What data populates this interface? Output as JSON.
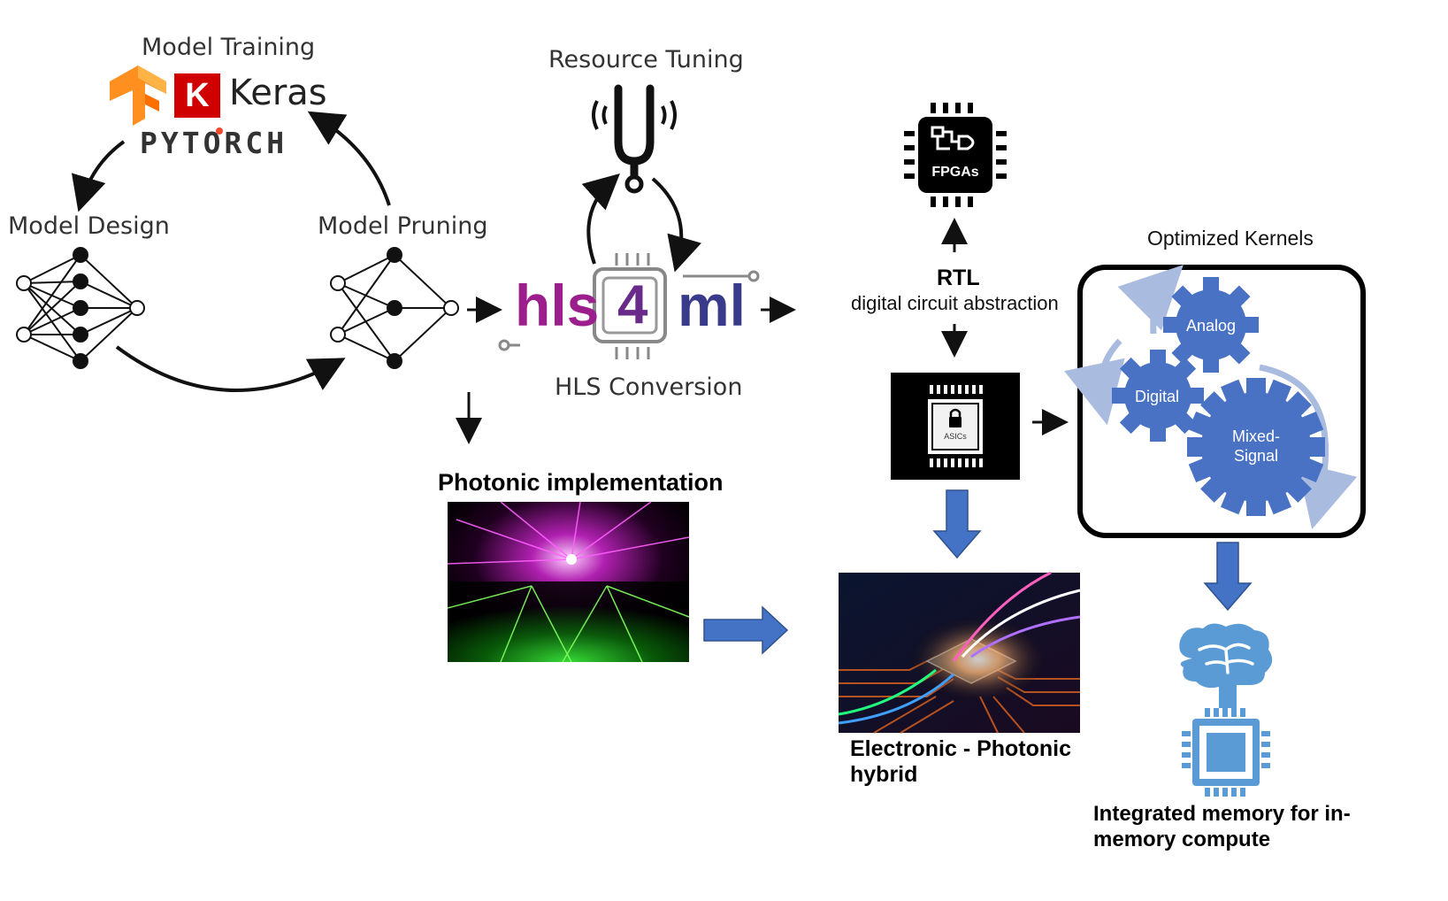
{
  "ml_workflow": {
    "model_training": "Model Training",
    "keras": "Keras",
    "keras_logo_letter": "K",
    "pytorch": "PYTORCH",
    "model_design": "Model Design",
    "model_pruning": "Model Pruning"
  },
  "hls4ml": {
    "resource_tuning": "Resource Tuning",
    "logo_hls": "hls",
    "logo_4": "4",
    "logo_ml": "ml",
    "hls_conversion": "HLS Conversion"
  },
  "photonic": {
    "title": "Photonic implementation"
  },
  "hardware": {
    "fpga_label": "FPGAs",
    "rtl_title": "RTL",
    "rtl_subtitle": "digital circuit abstraction",
    "asic_label": "ASICs",
    "hybrid_line1": "Electronic - Photonic",
    "hybrid_line2": "hybrid"
  },
  "kernels": {
    "title": "Optimized Kernels",
    "analog": "Analog",
    "digital": "Digital",
    "mixed_line1": "Mixed-",
    "mixed_line2": "Signal"
  },
  "memory": {
    "line1": "Integrated memory for in-",
    "line2": "memory compute"
  },
  "colors": {
    "hls_purple": "#9b1e8c",
    "ml_blue": "#3a3a8a",
    "gear_blue": "#4a72c4",
    "arrow_blue": "#4472c4",
    "cycle_arrow": "#aabbe0"
  }
}
